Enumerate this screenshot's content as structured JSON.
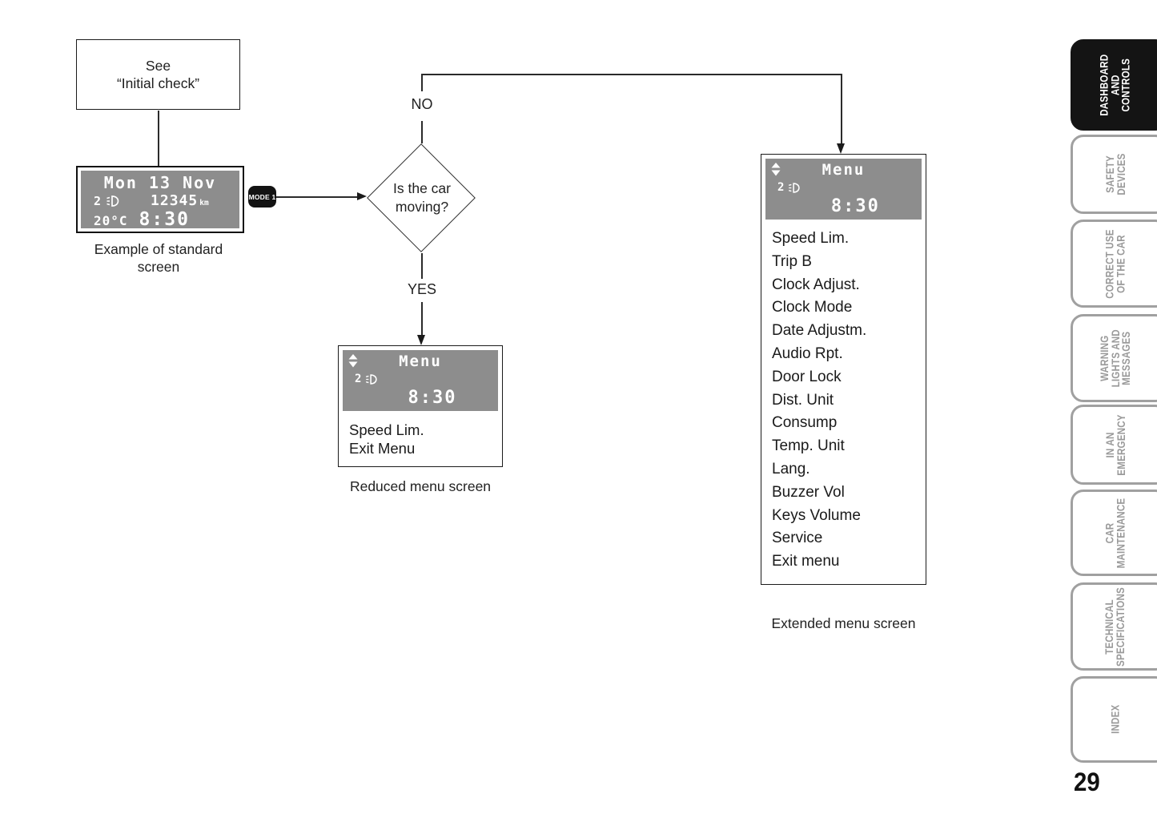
{
  "page": {
    "number": "29"
  },
  "flowchart": {
    "see_box": {
      "text": "See\n“Initial check”"
    },
    "standard_screen": {
      "date": "Mon 13 Nov",
      "gear": "2",
      "odometer": "12345",
      "odometer_unit": "km",
      "temperature": "20°C",
      "time": "8:30",
      "caption": "Example of standard\nscreen"
    },
    "mode_button": {
      "label": "MODE 1"
    },
    "decision": {
      "question": "Is the car\nmoving?",
      "no_label": "NO",
      "yes_label": "YES"
    },
    "reduced_menu": {
      "header": {
        "title": "Menu",
        "gear": "2",
        "time": "8:30"
      },
      "items": [
        "Speed Lim.",
        "Exit Menu"
      ],
      "caption": "Reduced menu screen"
    },
    "extended_menu": {
      "header": {
        "title": "Menu",
        "gear": "2",
        "time": "8:30"
      },
      "items": [
        "Speed Lim.",
        "Trip B",
        "Clock Adjust.",
        "Clock Mode",
        "Date Adjustm.",
        "Audio Rpt.",
        "Door Lock",
        "Dist. Unit",
        "Consump",
        "Temp. Unit",
        "Lang.",
        "Buzzer Vol",
        "Keys Volume",
        "Service",
        "Exit menu"
      ],
      "caption": "Extended menu screen"
    }
  },
  "sidebar": {
    "tabs": [
      {
        "label": "DASHBOARD\nAND\nCONTROLS",
        "active": true
      },
      {
        "label": "SAFETY\nDEVICES",
        "active": false
      },
      {
        "label": "CORRECT USE\nOF THE CAR",
        "active": false
      },
      {
        "label": "WARNING\nLIGHTS AND\nMESSAGES",
        "active": false
      },
      {
        "label": "IN AN\nEMERGENCY",
        "active": false
      },
      {
        "label": "CAR\nMAINTENANCE",
        "active": false
      },
      {
        "label": "TECHNICAL\nSPECIFICATIONS",
        "active": false
      },
      {
        "label": "INDEX",
        "active": false
      }
    ]
  },
  "colors": {
    "lcd_gray": "#8d8d8d",
    "tab_inactive_gray": "#9a9a9a",
    "tab_active_black": "#141414",
    "line_black": "#2b2b2b"
  }
}
